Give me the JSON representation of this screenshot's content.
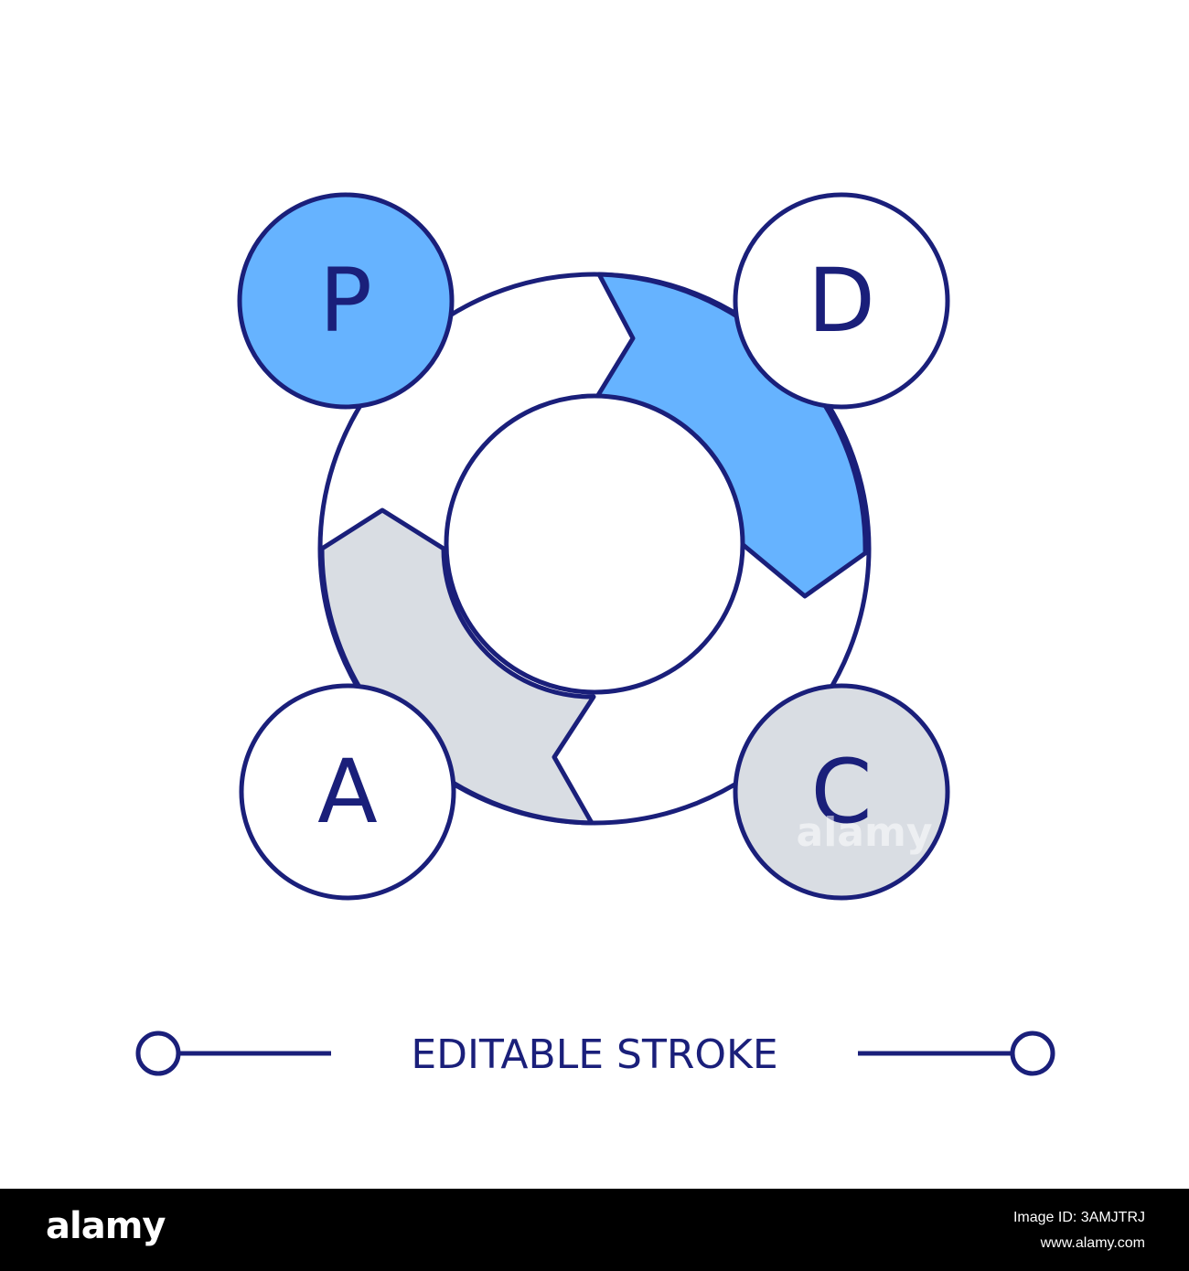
{
  "colors": {
    "stroke": "#1a1f7a",
    "blue_fill": "#66b3ff",
    "gray_fill": "#d9dde3",
    "white": "#ffffff",
    "footer_bg": "#000000"
  },
  "diagram": {
    "nodes": [
      {
        "id": "plan",
        "letter": "P",
        "fill": "blue"
      },
      {
        "id": "do",
        "letter": "D",
        "fill": "white"
      },
      {
        "id": "check",
        "letter": "C",
        "fill": "gray"
      },
      {
        "id": "act",
        "letter": "A",
        "fill": "white"
      }
    ],
    "ring_segments": [
      "blue-arrow",
      "gray-arrow",
      "white-arrow",
      "white-arrow"
    ],
    "caption": "EDITABLE STROKE",
    "watermark": "alamy"
  },
  "footer": {
    "logo": "alamy",
    "image_id_label": "Image ID: 3AMJTRJ",
    "site": "www.alamy.com"
  }
}
